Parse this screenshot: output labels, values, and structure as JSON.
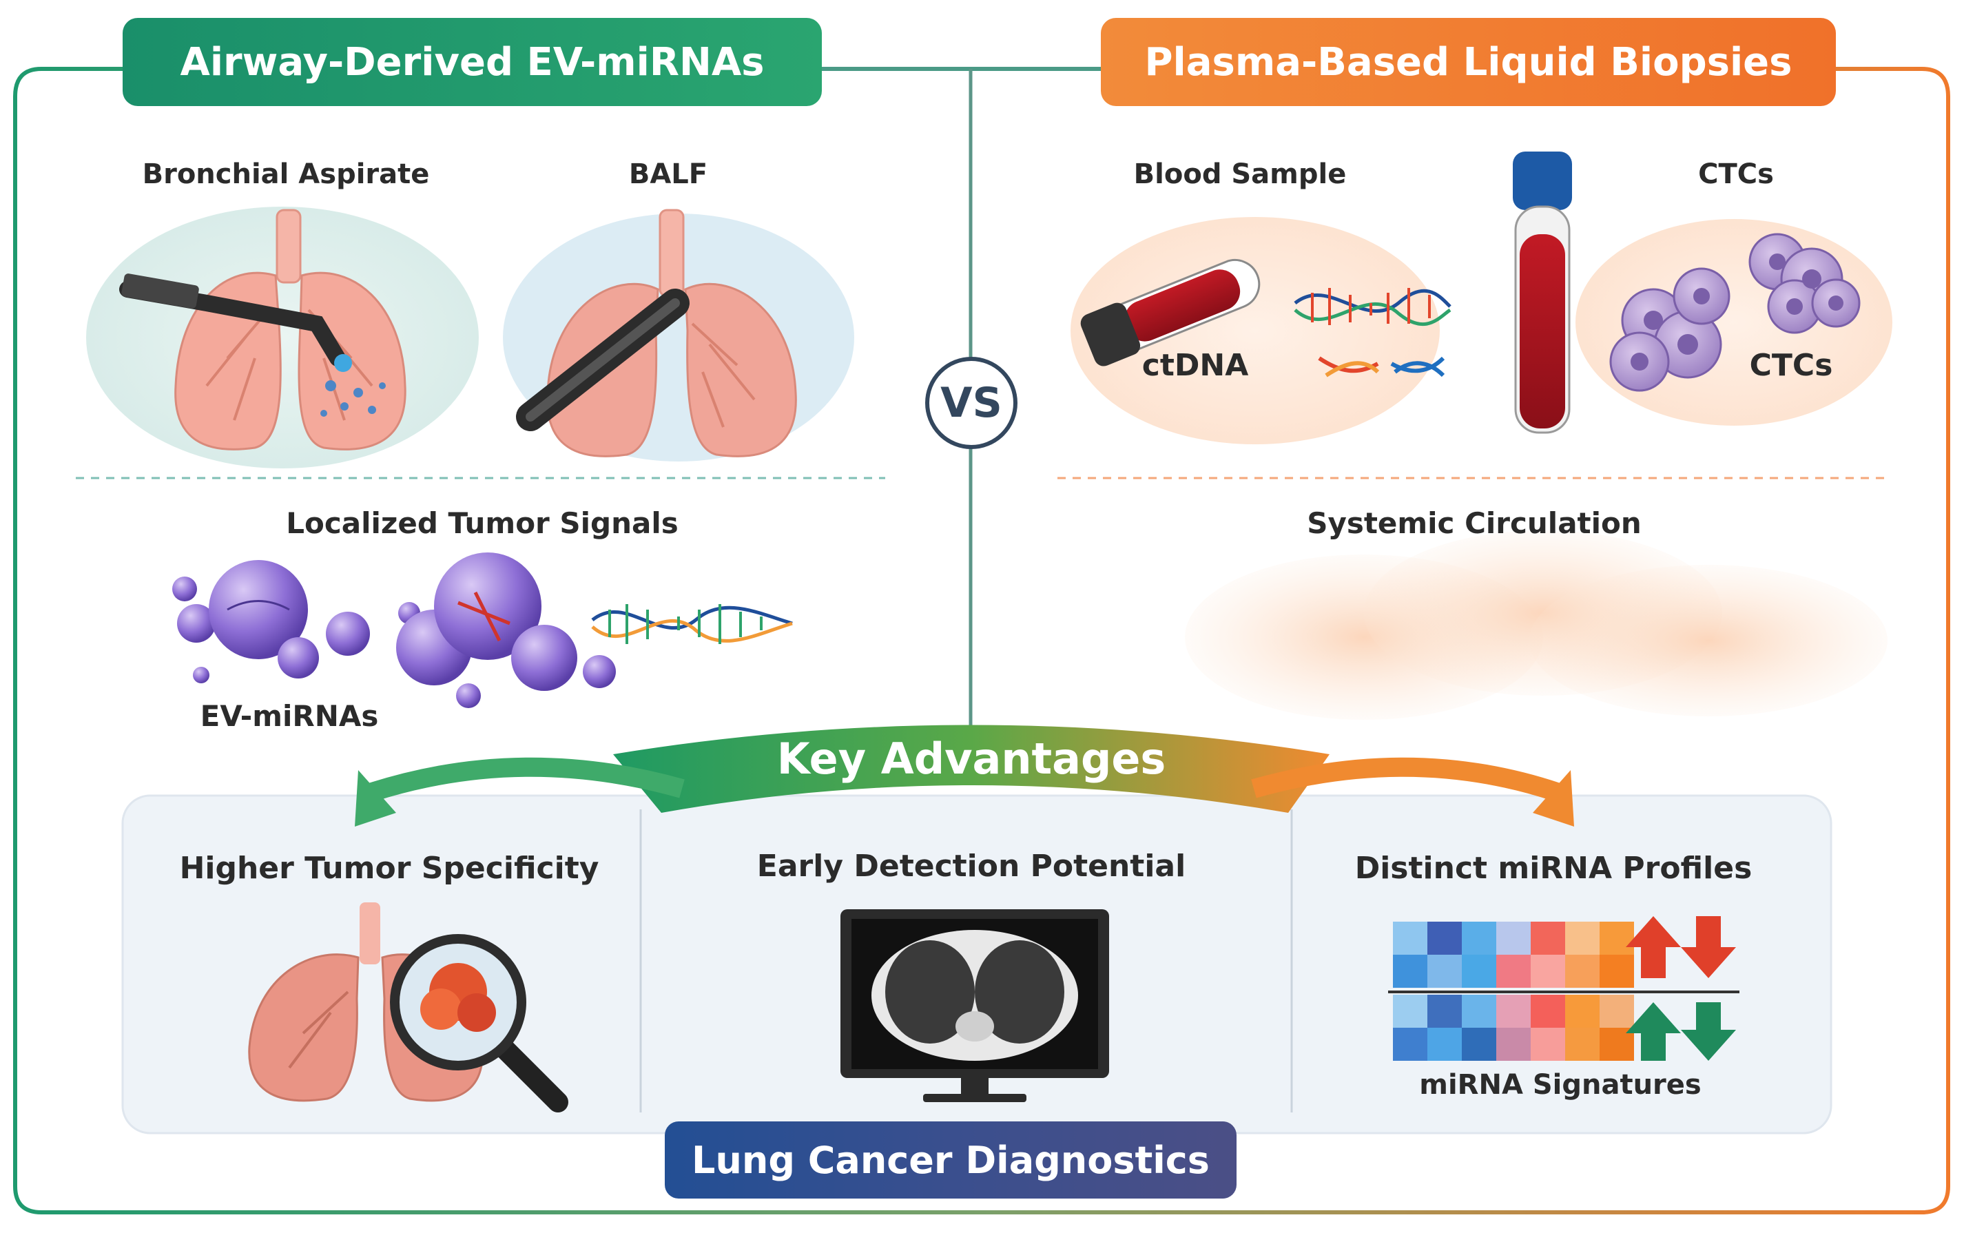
{
  "left_panel": {
    "title": "Airway-Derived EV-miRNAs",
    "samples": [
      "Bronchial Aspirate",
      "BALF"
    ],
    "section_label": "Localized Tumor Signals",
    "vesicle_label": "EV-miRNAs",
    "color": "#1e9a6e"
  },
  "vs_label": "VS",
  "right_panel": {
    "title": "Plasma-Based Liquid Biopsies",
    "samples": [
      "Blood Sample",
      "CTCs"
    ],
    "ctdna_label": "ctDNA",
    "ctc_label": "CTCs",
    "section_label": "Systemic Circulation",
    "color": "#f07a2c"
  },
  "key_advantages": {
    "title": "Key Advantages",
    "items": [
      {
        "label": "Higher Tumor Specificity"
      },
      {
        "label": "Early Detection Potential"
      },
      {
        "label": "Distinct miRNA Profiles",
        "sublabel": "miRNA Signatures"
      }
    ]
  },
  "footer_label": "Lung Cancer Diagnostics"
}
